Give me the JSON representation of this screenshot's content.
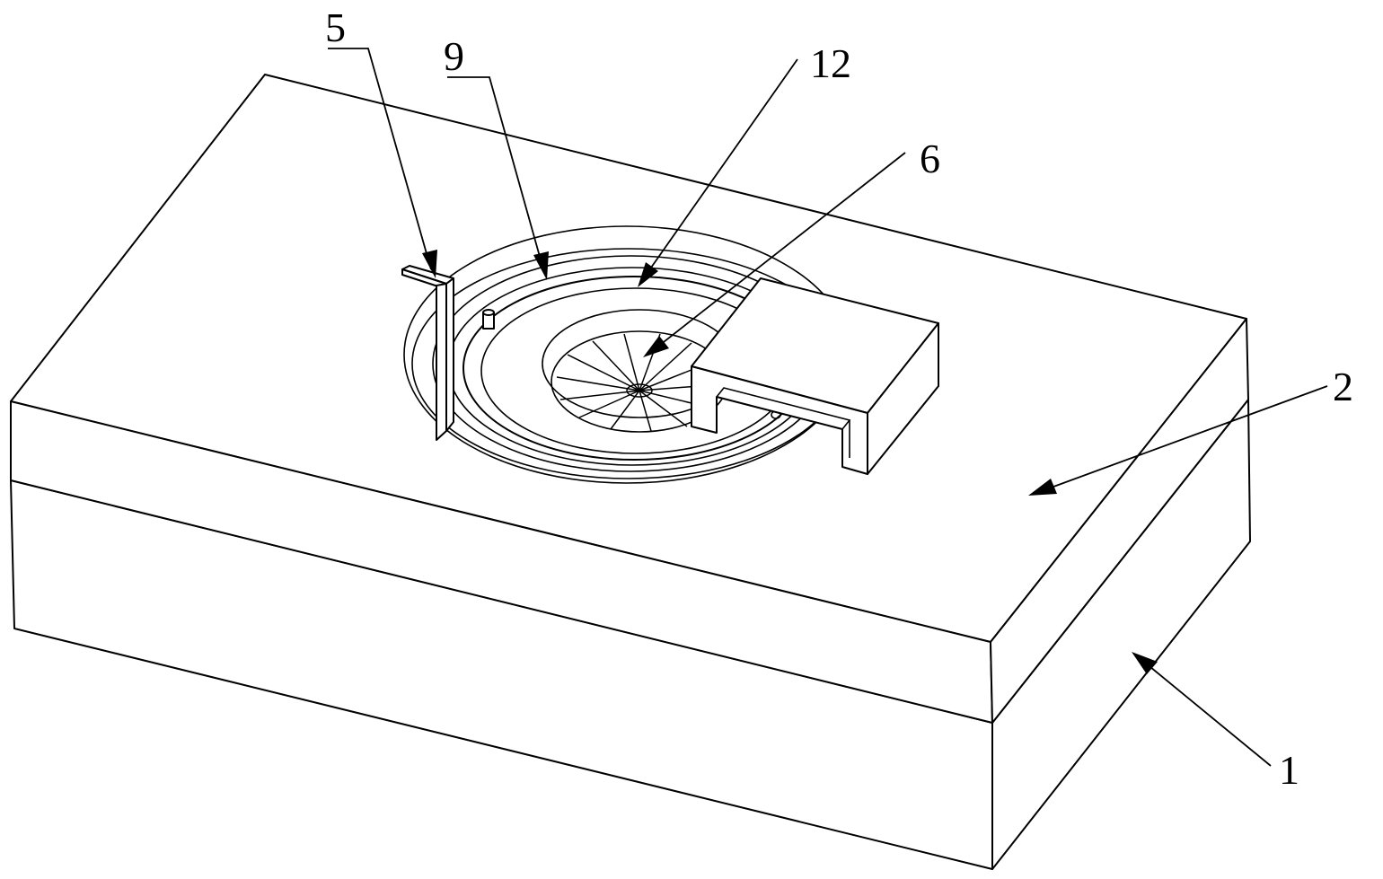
{
  "figure": {
    "callouts": [
      {
        "id": "5",
        "label": "5"
      },
      {
        "id": "9",
        "label": "9"
      },
      {
        "id": "12",
        "label": "12"
      },
      {
        "id": "6",
        "label": "6"
      },
      {
        "id": "2",
        "label": "2"
      },
      {
        "id": "1",
        "label": "1"
      }
    ]
  }
}
